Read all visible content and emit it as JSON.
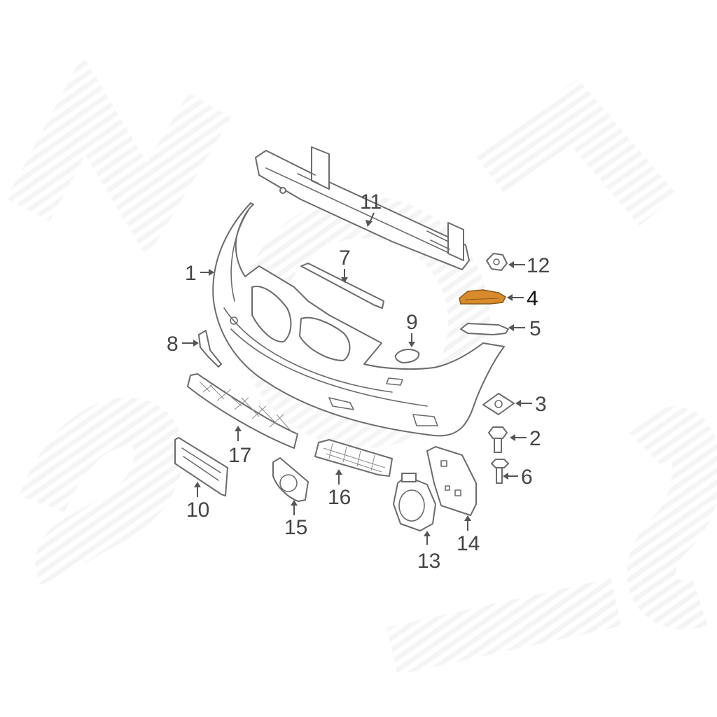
{
  "diagram": {
    "highlight_color": "#d98a2b",
    "highlighted_part": "4",
    "callouts": [
      {
        "id": "1",
        "label": "1"
      },
      {
        "id": "2",
        "label": "2"
      },
      {
        "id": "3",
        "label": "3"
      },
      {
        "id": "4",
        "label": "4"
      },
      {
        "id": "5",
        "label": "5"
      },
      {
        "id": "6",
        "label": "6"
      },
      {
        "id": "7",
        "label": "7"
      },
      {
        "id": "8",
        "label": "8"
      },
      {
        "id": "9",
        "label": "9"
      },
      {
        "id": "10",
        "label": "10"
      },
      {
        "id": "11",
        "label": "11"
      },
      {
        "id": "12",
        "label": "12"
      },
      {
        "id": "13",
        "label": "13"
      },
      {
        "id": "14",
        "label": "14"
      },
      {
        "id": "15",
        "label": "15"
      },
      {
        "id": "16",
        "label": "16"
      },
      {
        "id": "17",
        "label": "17"
      }
    ]
  }
}
